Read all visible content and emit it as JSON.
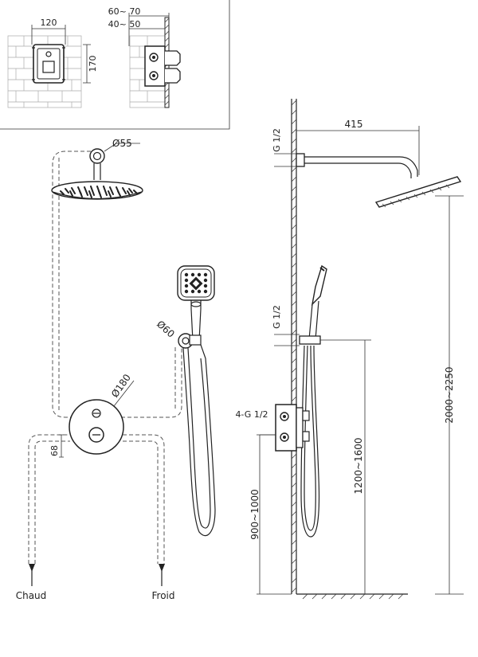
{
  "inset": {
    "width_label": "120",
    "height_label": "170",
    "depth_max_label": "60~ 70",
    "depth_min_label": "40~ 50"
  },
  "front_view": {
    "arm_diameter_label": "Ø55",
    "holder_diameter_label": "Ø60",
    "plate_diameter_label": "Ø180",
    "offset_label": "68",
    "hot_label": "Chaud",
    "cold_label": "Froid"
  },
  "side_view": {
    "arm_length_label": "415",
    "top_thread_label": "G 1/2",
    "mid_thread_label": "G 1/2",
    "valve_thread_label": "4-G 1/2",
    "total_height_label": "2000~2250",
    "holder_height_label": "1200~1600",
    "valve_height_label": "900~1000"
  }
}
